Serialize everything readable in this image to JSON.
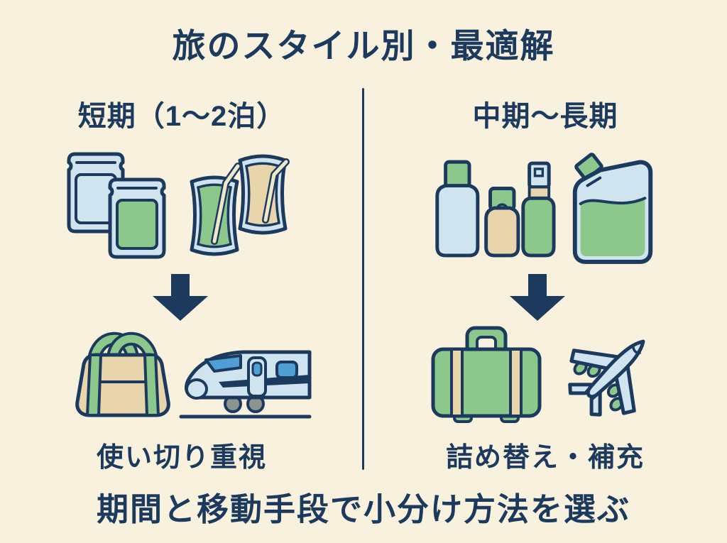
{
  "title": "旅のスタイル別・最適解",
  "footer": "期間と移動手段で小分け方法を選ぶ",
  "columns": {
    "left": {
      "header": "短期（1〜2泊）",
      "caption": "使い切り重視",
      "top_icons": [
        "sachet-pouches-icon",
        "drink-pouches-icon"
      ],
      "bottom_icons": [
        "duffel-bag-icon",
        "bullet-train-icon"
      ]
    },
    "right": {
      "header": "中期〜長期",
      "caption": "詰め替え・補充",
      "top_icons": [
        "travel-bottles-icon",
        "refill-pouch-icon"
      ],
      "bottom_icons": [
        "suitcase-icon",
        "airplane-icon"
      ]
    }
  },
  "colors": {
    "background": "#f8f1dd",
    "navy": "#1c3a5e",
    "light_blue": "#cfe4ef",
    "blue": "#4f9fd4",
    "green": "#8cc78b",
    "tan": "#e8d5ac",
    "straw": "#f0e6c8",
    "wheel_grey": "#8e9390"
  }
}
